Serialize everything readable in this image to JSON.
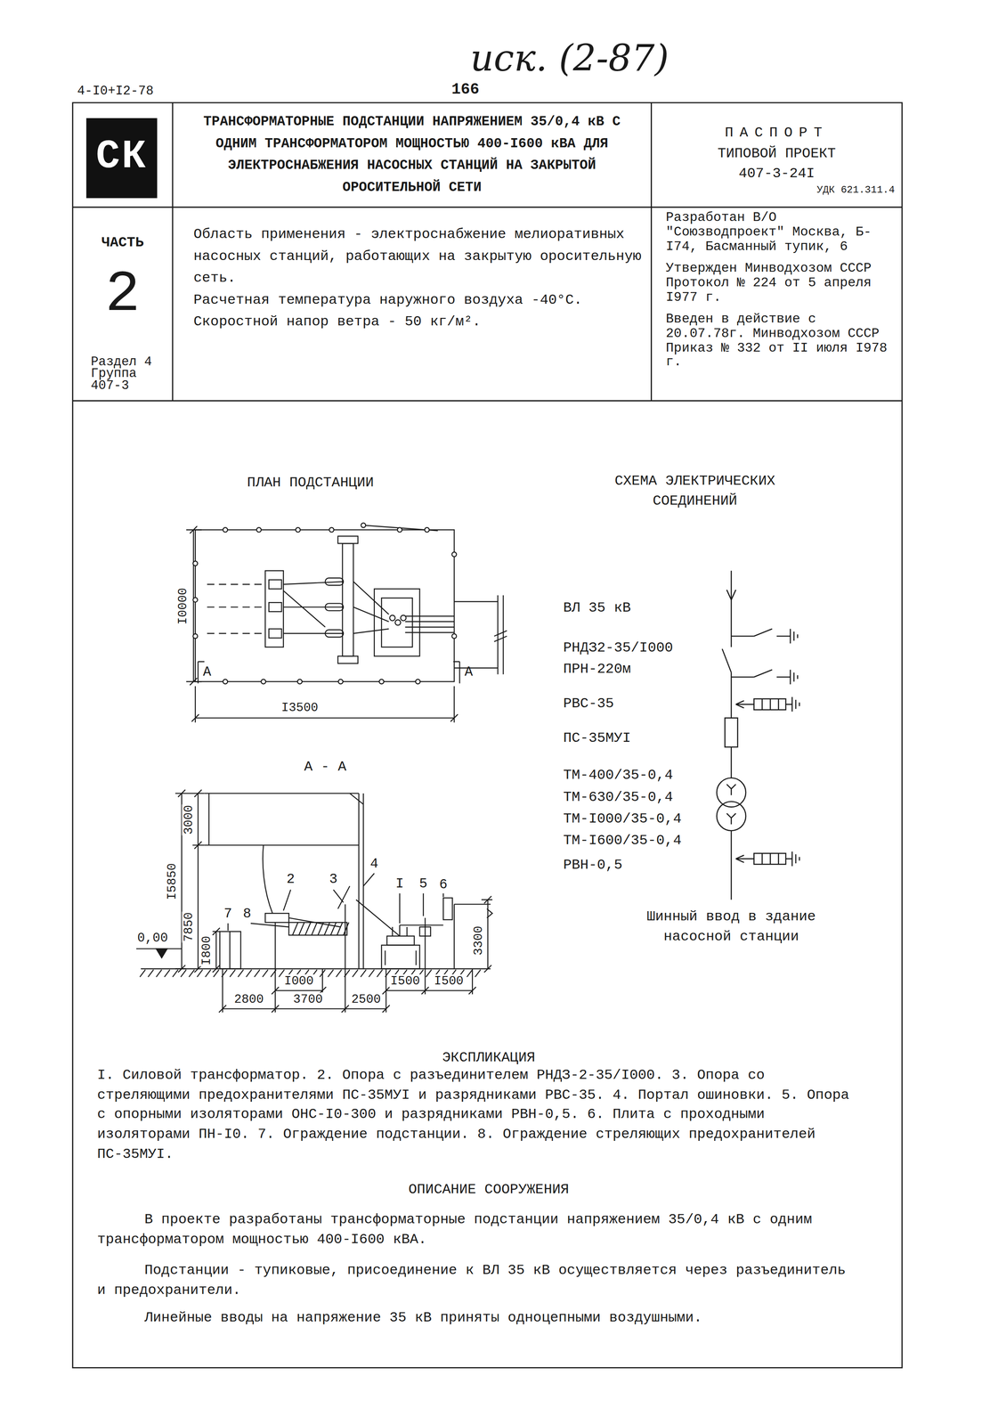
{
  "diagram": {
    "title": "ТРАНСФОРМАТОРНЫЕ ПОДСТАНЦИИ НАПРЯЖЕНИЕМ 35/0,4 кВ С ОДНИМ ТРАНСФОРМАТОРОМ МОЩНОСТЬЮ 400-I600 кВА ДЛЯ ЭЛЕКТРОСНАБЖЕНИЯ НАСОСНЫХ СТАНЦИЙ НА ЗАКРЫТОЙ ОРОСИТЕЛЬНОЙ СЕТИ",
    "nodes": [
      {
        "text": [
          "СК"
        ]
      },
      {
        "text": [
          "ПАСПОРТ",
          "ТИПОВОЙ ПРОЕКТ",
          "407-3-24I",
          "УДК 621.311.4"
        ]
      },
      {
        "text": [
          "ЧАСТЬ",
          "2",
          "Раздел 4 Группа 407-3"
        ]
      },
      {
        "text": [
          "Область применения - электроснабжение мелиоративных насосных станций, работающих на закрытую оросительную сеть.",
          "Расчетная температура наружного воздуха -40°C.",
          "Скоростной напор ветра - 50 кг/м²."
        ]
      },
      {
        "text": [
          "Разработан В/О \"Союзводпроект\" Москва, Б-I74, Басманный тупик, 6",
          "Утвержден Минводхозом СССР Протокол № 224 от 5 апреля I977 г.",
          "Введен в действие с 20.07.78г. Минводхозом СССР Приказ № 332 от II июля I978 г."
        ]
      }
    ],
    "labels": [
      "иск. (2-87)",
      "4-I0+I2-78",
      "166",
      "ПЛАН ПОДСТАНЦИИ",
      "СХЕМА ЭЛЕКТРИЧЕСКИХ СОЕДИНЕНИЙ",
      "I0000",
      "I3500",
      "А",
      "А",
      "А - А",
      "3000",
      "I5850",
      "7850",
      "I800",
      "0,00",
      "2",
      "3",
      "4",
      "I",
      "5",
      "6",
      "7",
      "8",
      "3300",
      "I000",
      "2800",
      "3700",
      "2500",
      "I500",
      "I500",
      "ВЛ 35 кВ",
      "РНДЗ2-35/I000",
      "ПРН-220м",
      "РВС-35",
      "ПС-35МУI",
      "ТМ-400/35-0,4",
      "ТМ-630/35-0,4",
      "ТМ-I000/35-0,4",
      "ТМ-I600/35-0,4",
      "РВН-0,5",
      "Шинный ввод в здание насосной станции",
      "ЭКСПЛИКАЦИЯ",
      "I. Силовой трансформатор. 2. Опора с разъединителем РНДЗ-2-35/I000. 3. Опора со стреляющими предохранителями ПС-35МУI и разрядниками РВС-35. 4. Портал ошиновки. 5. Опора с опорными изоляторами ОНС-I0-300 и разрядниками РВН-0,5. 6. Плита с проходными изоляторами ПН-I0. 7. Ограждение подстанции. 8. Ограждение стреляющих предохранителей ПС-35МУI.",
      "ОПИСАНИЕ СООРУЖЕНИЯ",
      "В проекте разработаны трансформаторные подстанции напряжением 35/0,4 кВ с одним трансформатором мощностью 400-I600 кВА.",
      "Подстанции - тупиковые, присоединение к ВЛ 35 кВ осуществляется через разъединитель и предохранители.",
      "Линейные вводы на напряжение 35 кВ приняты одноцепными воздушными."
    ]
  }
}
